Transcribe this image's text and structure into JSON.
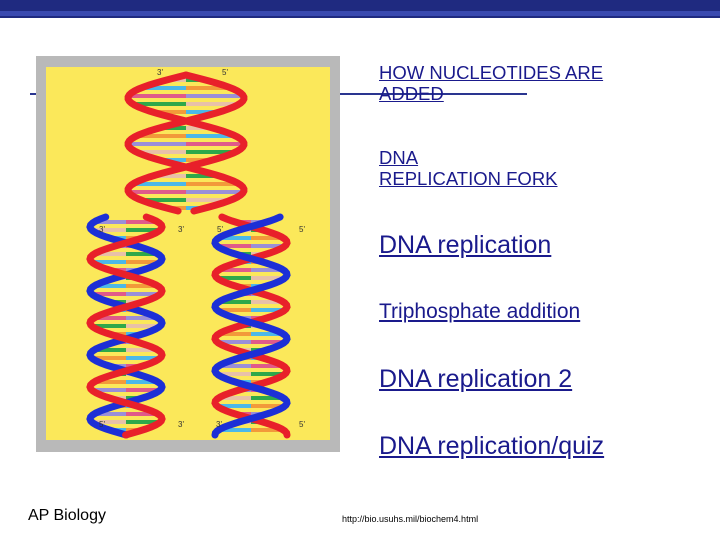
{
  "slide": {
    "links": [
      "HOW NUCLEOTIDES ARE\nADDED",
      "DNA\nREPLICATION FORK",
      "DNA replication",
      "Triphosphate addition",
      "DNA replication 2",
      "DNA replication/quiz"
    ],
    "footer_left": "AP Biology",
    "footer_url": "http://bio.usuhs.mil/biochem4.html"
  },
  "figure": {
    "end_labels": [
      "3'",
      "5'",
      "3'",
      "5'",
      "5'",
      "3'",
      "3'",
      "5'",
      "3'",
      "5'"
    ],
    "colors": {
      "parent_strand": "#e8202a",
      "new_strand": "#1c2fd6",
      "background": "#fbe85a",
      "frame": "#b9b9b9",
      "rung_palette": [
        "#2ea84a",
        "#f29a3a",
        "#9a8fd8",
        "#e8c1a8",
        "#4bb8e8",
        "#e05a8a"
      ]
    }
  },
  "colors": {
    "title_bar": "#1f2a80",
    "link_text": "#1a1a8c"
  }
}
